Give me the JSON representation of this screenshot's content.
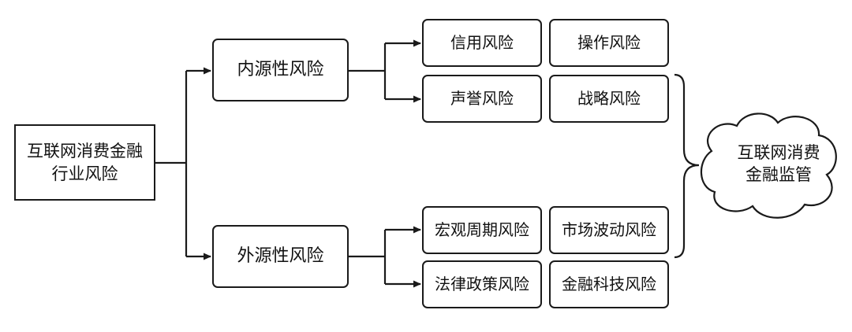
{
  "root": {
    "label_line1": "互联网消费金融",
    "label_line2": "行业风险"
  },
  "branches": [
    {
      "label": "内源性风险",
      "risks": [
        "信用风险",
        "操作风险",
        "声誉风险",
        "战略风险"
      ]
    },
    {
      "label": "外源性风险",
      "risks": [
        "宏观周期风险",
        "市场波动风险",
        "法律政策风险",
        "金融科技风险"
      ]
    }
  ],
  "regulation": {
    "label_line1": "互联网消费",
    "label_line2": "金融监管"
  },
  "colors": {
    "stroke": "#1a1a1a",
    "background": "#ffffff",
    "text": "#111111"
  }
}
